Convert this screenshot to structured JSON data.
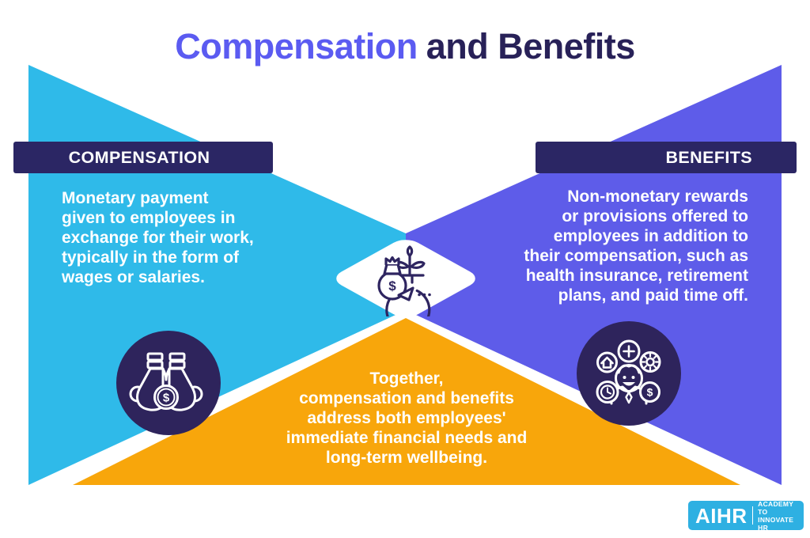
{
  "title": {
    "part1": "Compensation",
    "part2": "and Benefits"
  },
  "sections": {
    "compensation": {
      "header": "COMPENSATION",
      "body_lines": [
        "Monetary payment",
        "given to employees in",
        "exchange for their work,",
        "typically in the form of",
        "wages or salaries."
      ]
    },
    "benefits": {
      "header": "BENEFITS",
      "body_lines": [
        "Non-monetary rewards",
        "or provisions offered to",
        "employees in addition to",
        "their compensation, such as",
        "health insurance, retirement",
        "plans, and paid time off."
      ]
    },
    "together": {
      "body_lines": [
        "Together,",
        "compensation and benefits",
        "address both employees'",
        "immediate financial needs and",
        "long-term wellbeing."
      ]
    }
  },
  "icons": {
    "dollar": "$",
    "left_circle": "money-bags-icon",
    "right_circle": "employee-benefits-icon",
    "center_diamond": "money-growth-cycle-icon"
  },
  "logo": {
    "brand": "AIHR",
    "tagline1": "ACADEMY TO",
    "tagline2": "INNOVATE HR"
  },
  "colors": {
    "cyan_triangle": "#2fbae9",
    "purple_triangle": "#5e5ce9",
    "orange_triangle": "#f8a60b",
    "header_box_navy": "#2b2664",
    "icon_circle_navy": "#2e245c",
    "title_purple": "#5b5bf1",
    "title_navy": "#282158",
    "logo_blue": "#2eb0e2",
    "text_white": "#ffffff"
  }
}
